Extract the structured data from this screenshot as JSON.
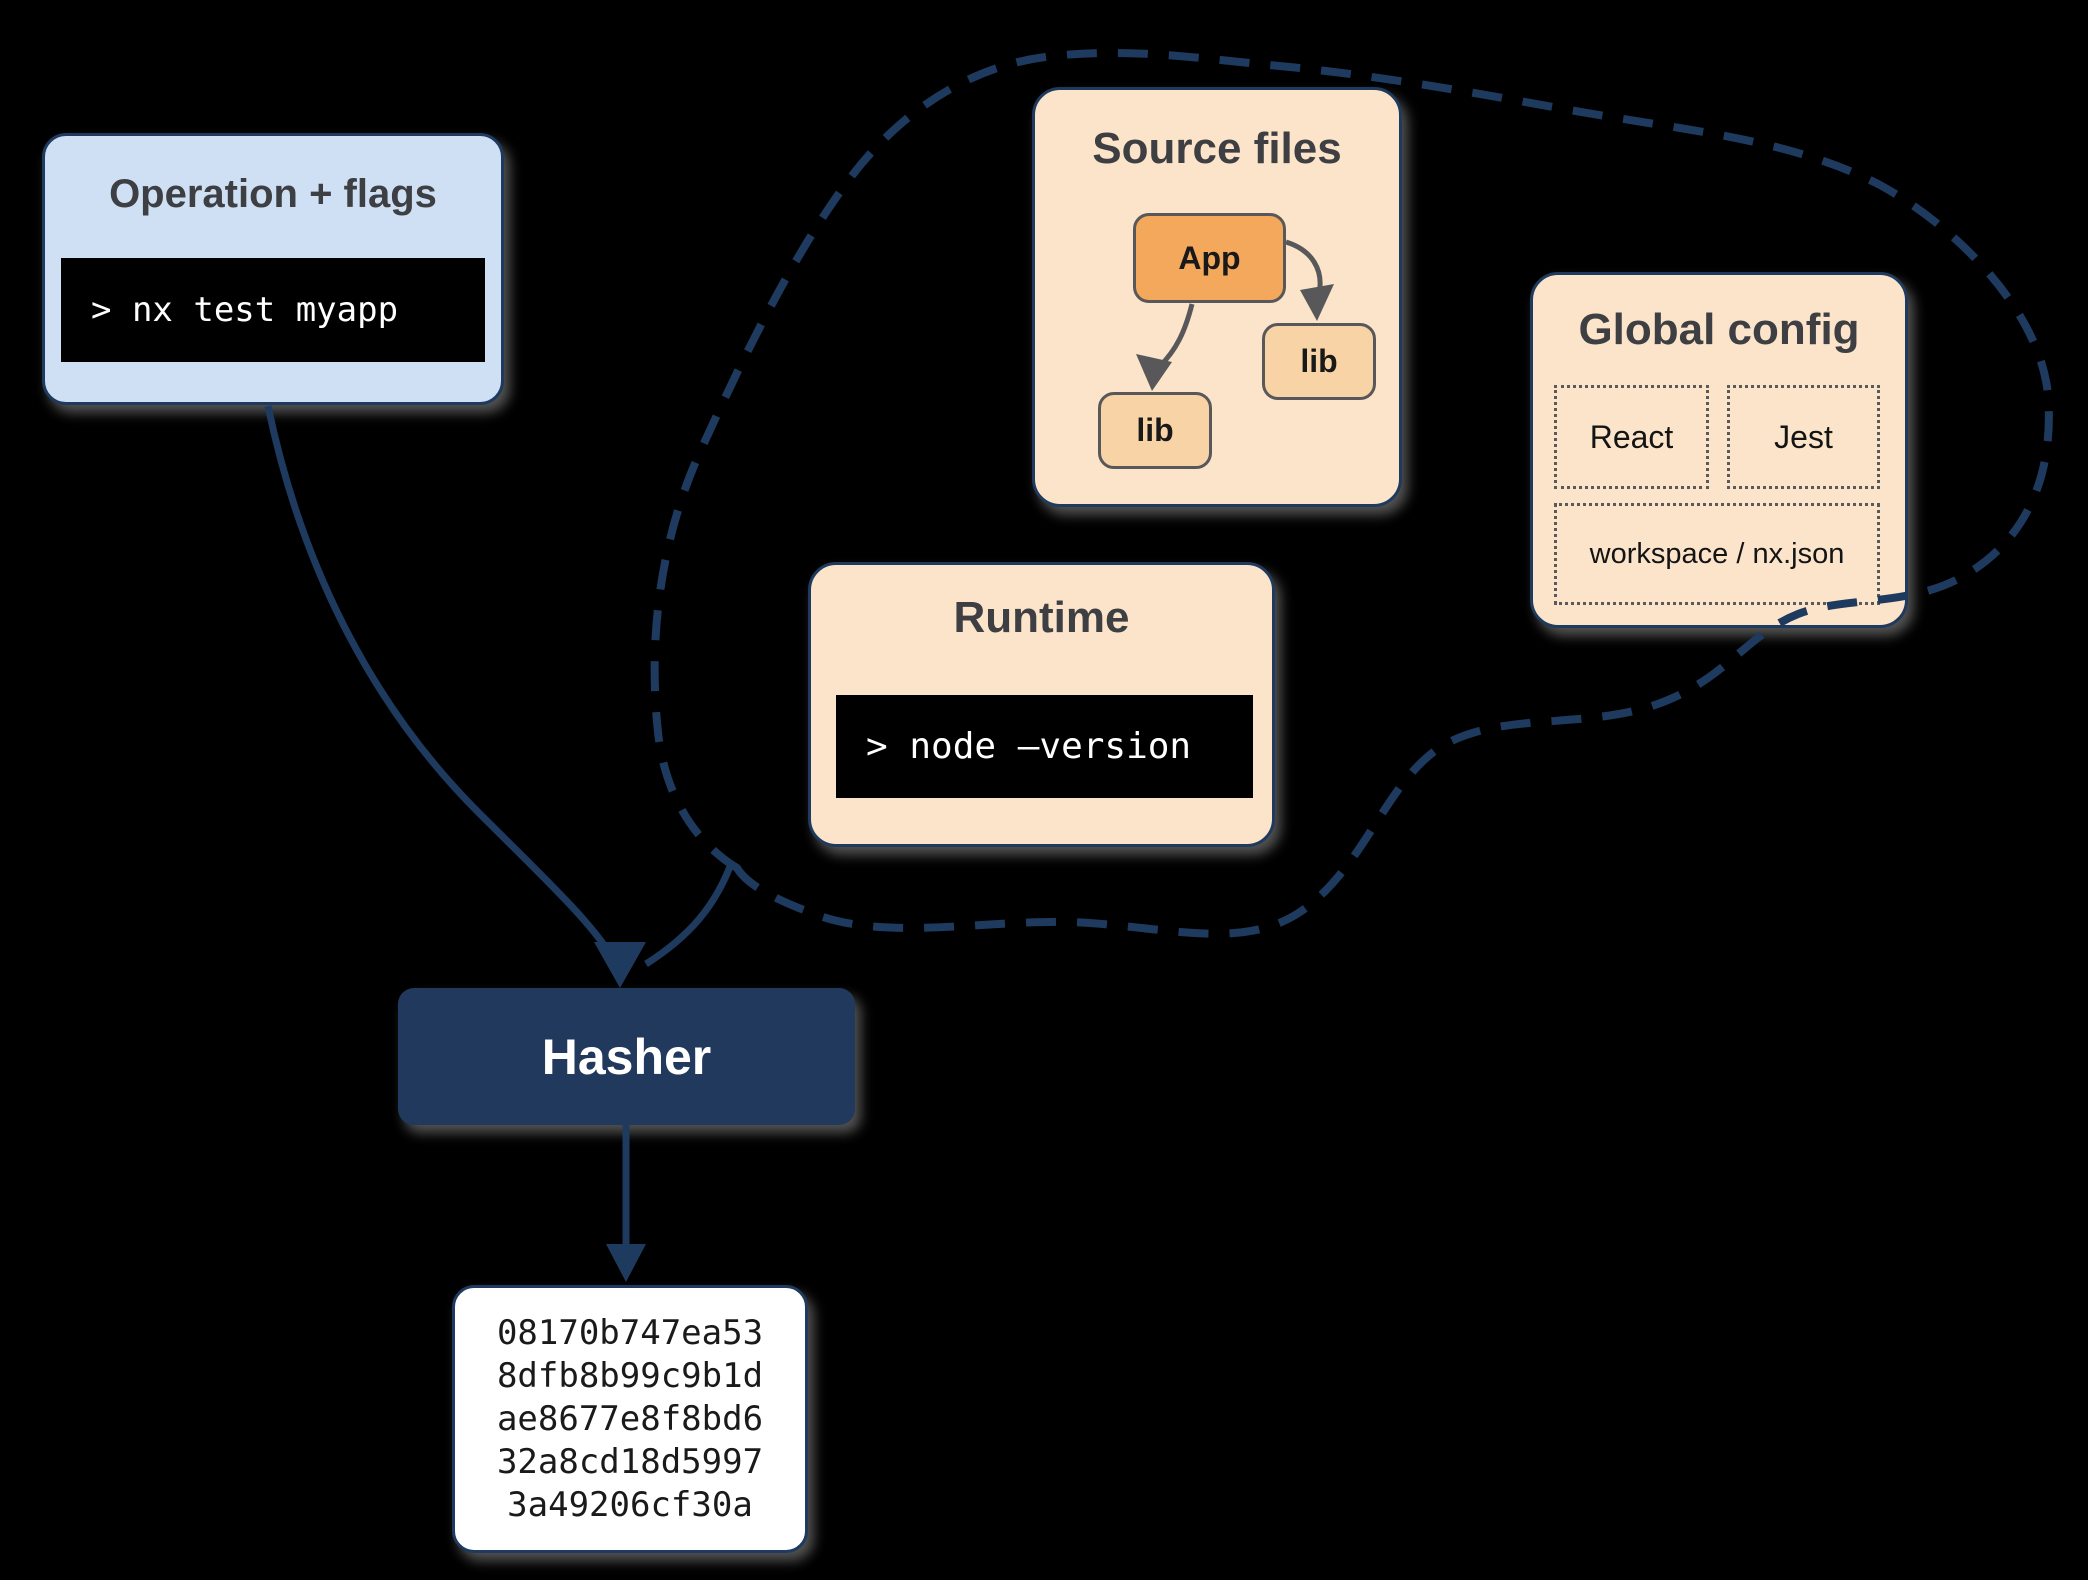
{
  "palette": {
    "navy": "#1e3a5e",
    "light_blue": "#cfe0f4",
    "peach": "#fce4ca",
    "app_orange": "#f3a85c",
    "lib_orange": "#f8d3a6",
    "gray_stroke": "#58585a",
    "title_gray": "#3d3f42",
    "terminal_bg": "#000000",
    "terminal_text": "#ffffff"
  },
  "operation_box": {
    "title": "Operation + flags",
    "terminal": "> nx test myapp"
  },
  "cloud_group": {
    "source_files": {
      "title": "Source files",
      "app_label": "App",
      "lib_right_label": "lib",
      "lib_left_label": "lib"
    },
    "global_config": {
      "title": "Global config",
      "item_react": "React",
      "item_jest": "Jest",
      "item_workspace": "workspace / nx.json"
    },
    "runtime": {
      "title": "Runtime",
      "terminal": "> node –version"
    }
  },
  "hasher": {
    "label": "Hasher"
  },
  "hash_output": {
    "lines": [
      "08170b747ea53",
      "8dfb8b99c9b1d",
      "ae8677e8f8bd6",
      "32a8cd18d5997",
      "3a49206cf30a"
    ]
  }
}
